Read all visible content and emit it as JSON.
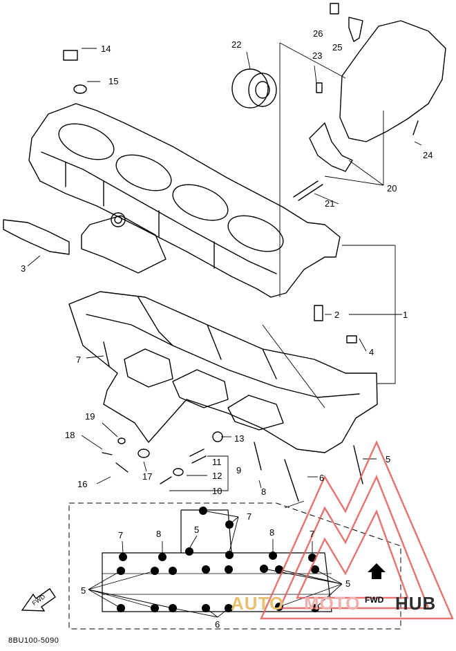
{
  "diagram": {
    "callouts": [
      {
        "id": "c1",
        "text": "1"
      },
      {
        "id": "c2",
        "text": "2"
      },
      {
        "id": "c3",
        "text": "3"
      },
      {
        "id": "c4",
        "text": "4"
      },
      {
        "id": "c5a",
        "text": "5"
      },
      {
        "id": "c6a",
        "text": "6"
      },
      {
        "id": "c7a",
        "text": "7"
      },
      {
        "id": "c8a",
        "text": "8"
      },
      {
        "id": "c9",
        "text": "9"
      },
      {
        "id": "c10",
        "text": "10"
      },
      {
        "id": "c11",
        "text": "11"
      },
      {
        "id": "c12",
        "text": "12"
      },
      {
        "id": "c13",
        "text": "13"
      },
      {
        "id": "c14",
        "text": "14"
      },
      {
        "id": "c15",
        "text": "15"
      },
      {
        "id": "c16",
        "text": "16"
      },
      {
        "id": "c17",
        "text": "17"
      },
      {
        "id": "c18",
        "text": "18"
      },
      {
        "id": "c19",
        "text": "19"
      },
      {
        "id": "c20",
        "text": "20"
      },
      {
        "id": "c21",
        "text": "21"
      },
      {
        "id": "c22",
        "text": "22"
      },
      {
        "id": "c23",
        "text": "23"
      },
      {
        "id": "c24",
        "text": "24"
      },
      {
        "id": "c25",
        "text": "25"
      },
      {
        "id": "c26",
        "text": "26"
      }
    ],
    "inset_callouts": [
      {
        "id": "i7a",
        "text": "7"
      },
      {
        "id": "i7b",
        "text": "7"
      },
      {
        "id": "i7c",
        "text": "7"
      },
      {
        "id": "i8a",
        "text": "8"
      },
      {
        "id": "i8b",
        "text": "8"
      },
      {
        "id": "i5a",
        "text": "5"
      },
      {
        "id": "i5b",
        "text": "5"
      },
      {
        "id": "i5c",
        "text": "5"
      },
      {
        "id": "i6",
        "text": "6"
      }
    ],
    "fwd_left": "FWD",
    "fwd_right": "FWD",
    "code": "8BU100-5090"
  },
  "watermark": {
    "auto": "AUTO",
    "moto": "MOTO",
    "hub": "HUB",
    "colors": {
      "auto": "#e7c173",
      "moto": "#f0b0ae",
      "hub": "#2d2d2d",
      "logo": "#e25f5a"
    }
  }
}
